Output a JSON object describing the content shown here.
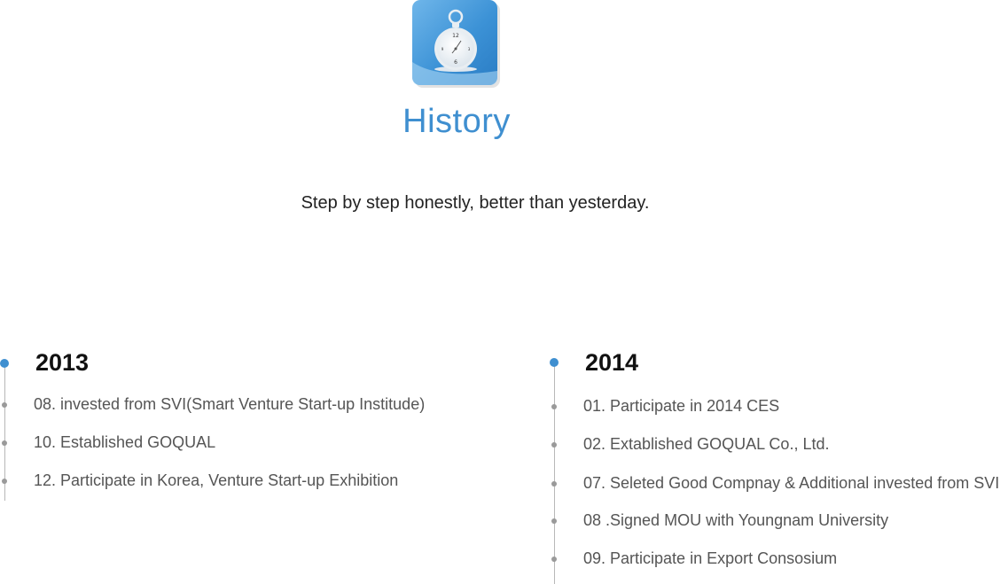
{
  "header": {
    "title": "History",
    "tagline": "Step by step honestly, better than yesterday.",
    "icon": "stopwatch-icon"
  },
  "colors": {
    "accent": "#3f8fd0",
    "year_text": "#111111",
    "entry_text": "#555555",
    "line": "#b8b8b8",
    "bullet": "#9a9a9a"
  },
  "timeline": [
    {
      "year": "2013",
      "events": [
        "08. invested from SVI(Smart Venture Start-up Institude)",
        "10. Established GOQUAL",
        "12. Participate in Korea, Venture Start-up Exhibition"
      ]
    },
    {
      "year": "2014",
      "events": [
        "01. Participate in 2014 CES",
        "02. Extablished GOQUAL Co., Ltd.",
        "07. Seleted Good Compnay & Additional invested from SVI",
        "08 .Signed MOU with Youngnam University",
        "09. Participate in Export Consosium"
      ]
    }
  ]
}
